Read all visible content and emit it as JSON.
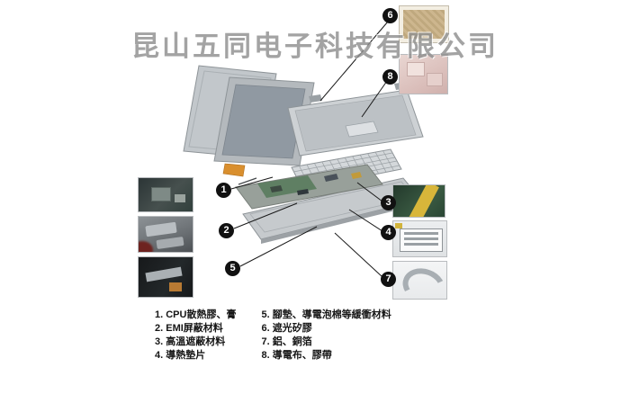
{
  "watermark": "昆山五同电子科技有限公司",
  "badges": [
    "1",
    "2",
    "3",
    "4",
    "5",
    "6",
    "7",
    "8"
  ],
  "legend": {
    "items_left": [
      "1. CPU散熱膠、膏",
      "2. EMI屏蔽材料",
      "3. 高溫遮蔽材料",
      "4. 導熱墊片"
    ],
    "items_right": [
      "5. 腳墊、導電泡棉等緩衝材料",
      "6. 遮光矽膠",
      "7. 鋁、銅箔",
      "8. 導電布、膠帶"
    ]
  }
}
